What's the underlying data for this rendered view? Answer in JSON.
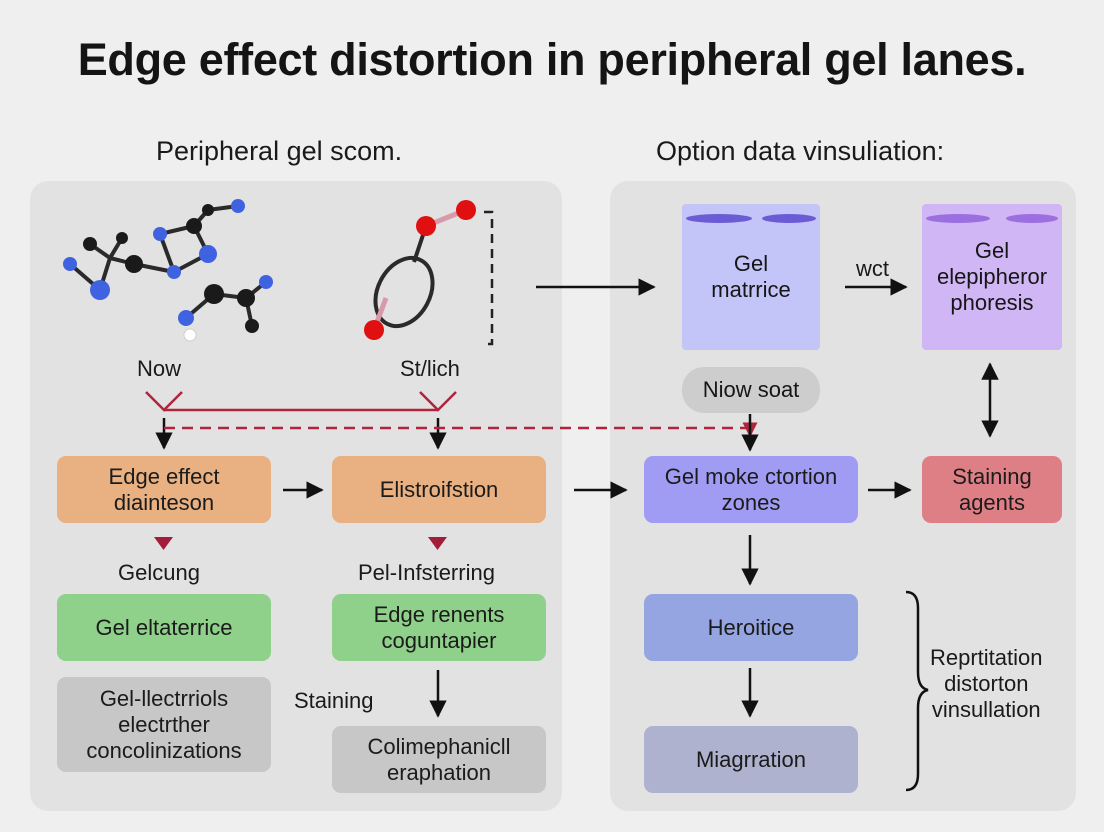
{
  "title": "Edge effect distortion in peripheral gel lanes.",
  "left_panel": {
    "heading": "Peripheral gel scom.",
    "molecule_a_label": "Now",
    "molecule_b_label": "St/lich",
    "box_edge_effect": "Edge effect\ndiainteson",
    "box_elistroifstion": "Elistroifstion",
    "label_gelcung": "Gelcung",
    "label_pel_infsterring": "Pel-Infsterring",
    "box_gel_eltaterrice": "Gel eltaterrice",
    "box_edge_renents": "Edge renents\ncoguntapier",
    "box_gel_llectrriols": "Gel-llectrriols\nelectrther\nconcolinizations",
    "label_staining": "Staining",
    "box_colimephanicll": "Colimephanicll\neraphation"
  },
  "right_panel": {
    "heading": "Option data vinsuliation:",
    "beaker_gel_matrice": "Gel\nmatrrice",
    "label_wct": "wct",
    "beaker_gel_elephoresis": "Gel\nelepipheror\nphoresis",
    "pill_niow_soat": "Niow soat",
    "box_gel_moke": "Gel moke ctortion\nzones",
    "box_staining_agents": "Staining\nagents",
    "box_heroitice": "Heroitice",
    "box_miagrration": "Miagrration",
    "label_reprtitation": "Reprtitation\ndistorton\nvinsullation"
  },
  "colors": {
    "orange_box": "#e9b181",
    "green_box": "#8fd08a",
    "grey_box": "#c7c7c7",
    "violet_box": "#a09cf3",
    "blue_box": "#94a5e2",
    "slate_box": "#aeb2ce",
    "red_box": "#de7f86",
    "dashed_arrow": "#b0243d",
    "atom_blue": "#3f63e0",
    "atom_black": "#1a1a1a",
    "atom_red": "#e01010"
  }
}
